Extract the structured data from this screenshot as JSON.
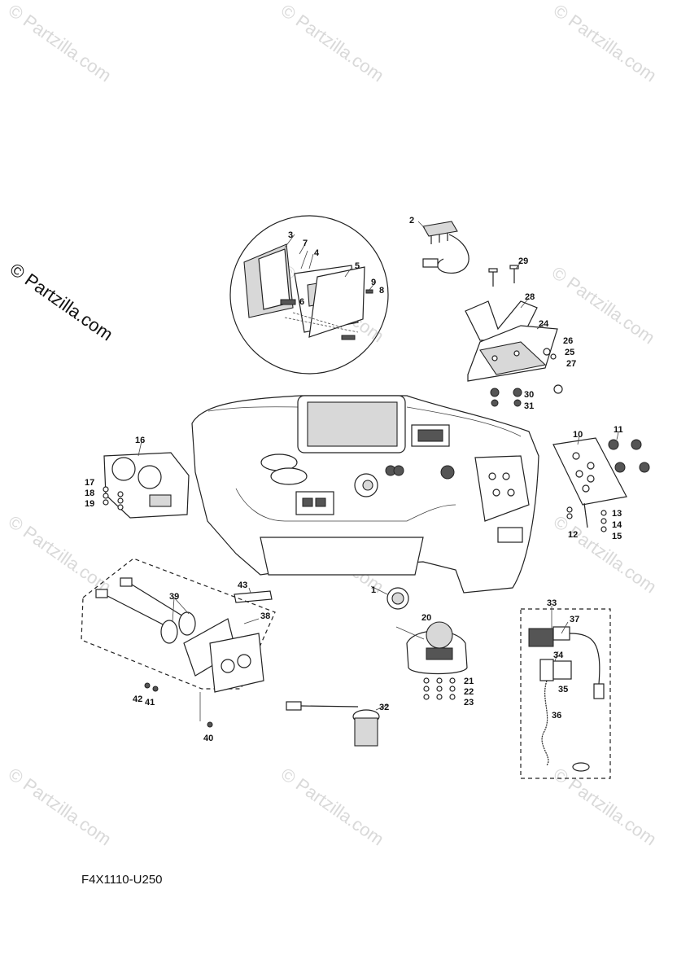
{
  "watermark": "© Partzilla.com",
  "diagram_code": "F4X1110-U250",
  "callouts": {
    "c1": "1",
    "c2": "2",
    "c3": "3",
    "c4": "4",
    "c5": "5",
    "c6": "6",
    "c7": "7",
    "c8": "8",
    "c9": "9",
    "c10": "10",
    "c11": "11",
    "c12": "12",
    "c13": "13",
    "c14": "14",
    "c15": "15",
    "c16": "16",
    "c17": "17",
    "c18": "18",
    "c19": "19",
    "c20": "20",
    "c21": "21",
    "c22": "22",
    "c23": "23",
    "c24": "24",
    "c25": "25",
    "c26": "26",
    "c27": "27",
    "c28": "28",
    "c29": "29",
    "c30": "30",
    "c31": "31",
    "c32": "32",
    "c33": "33",
    "c34": "34",
    "c35": "35",
    "c36": "36",
    "c37": "37",
    "c38": "38",
    "c39": "39",
    "c40": "40",
    "c41": "41",
    "c42": "42",
    "c43": "43"
  },
  "colors": {
    "line": "#222222",
    "watermark": "#d9d9d9",
    "background": "#ffffff"
  }
}
